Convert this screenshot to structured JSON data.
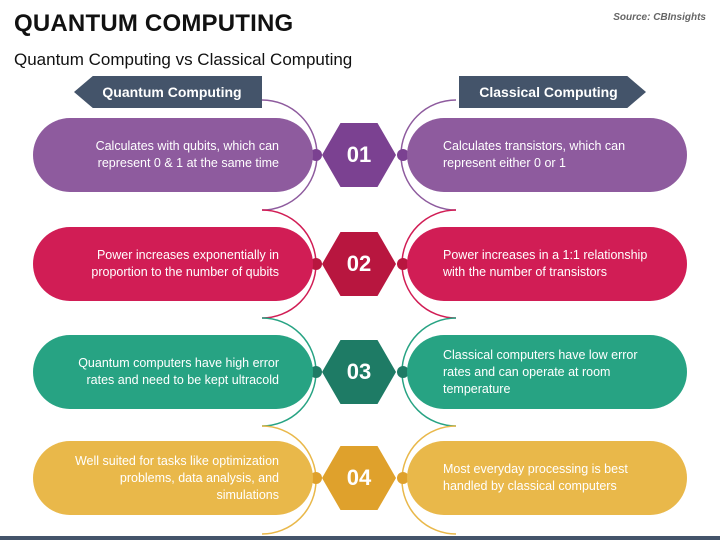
{
  "header": {
    "title": "QUANTUM COMPUTING",
    "subtitle": "Quantum Computing vs Classical Computing",
    "source": "Source: CBInsights"
  },
  "columns": {
    "left": "Quantum Computing",
    "right": "Classical Computing"
  },
  "rows": [
    {
      "number": "01",
      "quantum": "Calculates with qubits, which can represent 0 & 1 at the same time",
      "classical": "Calculates transistors, which can represent either 0 or 1",
      "color": "#8e5b9e"
    },
    {
      "number": "02",
      "quantum": "Power increases exponentially in proportion to the number of qubits",
      "classical": "Power increases in a 1:1 relationship with the number of transistors",
      "color": "#d11d55"
    },
    {
      "number": "03",
      "quantum": "Quantum computers have high error rates and need to be kept ultracold",
      "classical": "Classical computers have low error rates and can operate at room temperature",
      "color": "#27a383"
    },
    {
      "number": "04",
      "quantum": "Well suited for tasks like optimization problems, data analysis, and simulations",
      "classical": "Most everyday processing is best handled by classical computers",
      "color": "#e9b84a"
    }
  ]
}
